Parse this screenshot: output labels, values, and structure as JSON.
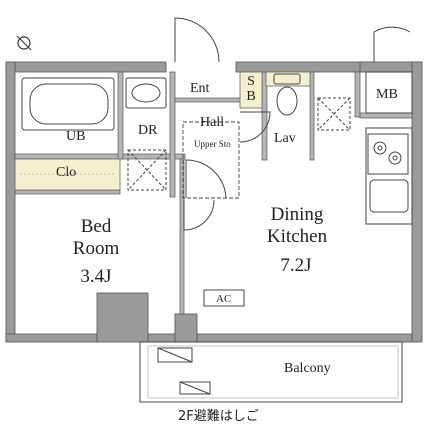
{
  "rooms": {
    "ub": "UB",
    "dr": "DR",
    "ent": "Ent",
    "sb": "S\nB",
    "hall": "Hall",
    "upper_sto": "Upper Sto",
    "lav": "Lav",
    "mb": "MB",
    "clo": "Clo",
    "bedroom_name": "Bed\nRoom",
    "bedroom_size": "3.4J",
    "dining_name": "Dining\nKitchen",
    "dining_size": "7.2J",
    "ac": "AC",
    "balcony": "Balcony",
    "escape_ladder": "2F避難はしご"
  },
  "colors": {
    "wall": "#9a9a9a",
    "wall_dark": "#555555",
    "storage_fill": "#f3efcf",
    "line": "#333333"
  },
  "icons": [
    "compass-north-icon",
    "bathtub-icon",
    "sink-icon",
    "toilet-icon",
    "stove-icon",
    "fridge-space-icon",
    "door-swing-icon"
  ]
}
